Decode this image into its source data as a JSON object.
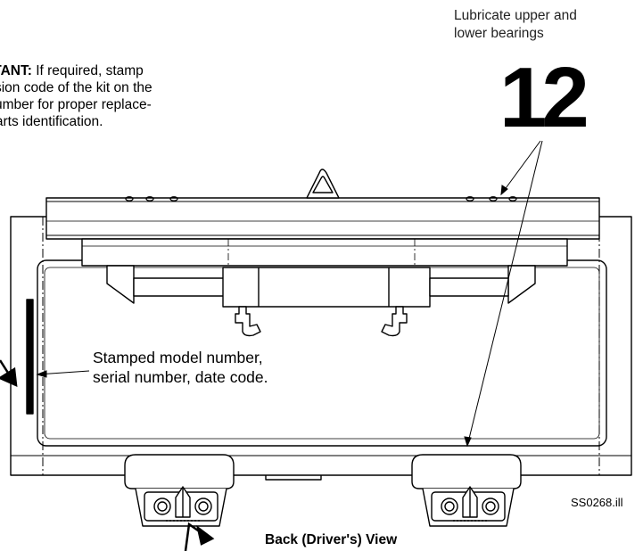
{
  "note": {
    "lead": "ORTANT:",
    "lines": [
      "If required, stamp",
      "revision code of the kit on the",
      "al number for proper replace-",
      "nt parts identification."
    ]
  },
  "lubricate_label": [
    "Lubricate upper and",
    "lower bearings"
  ],
  "callout_number": "12",
  "stamp_label": [
    "Stamped model number,",
    "serial number, date code."
  ],
  "view_caption": "Back (Driver's) View",
  "drawing_ref": "SS0268.ill"
}
